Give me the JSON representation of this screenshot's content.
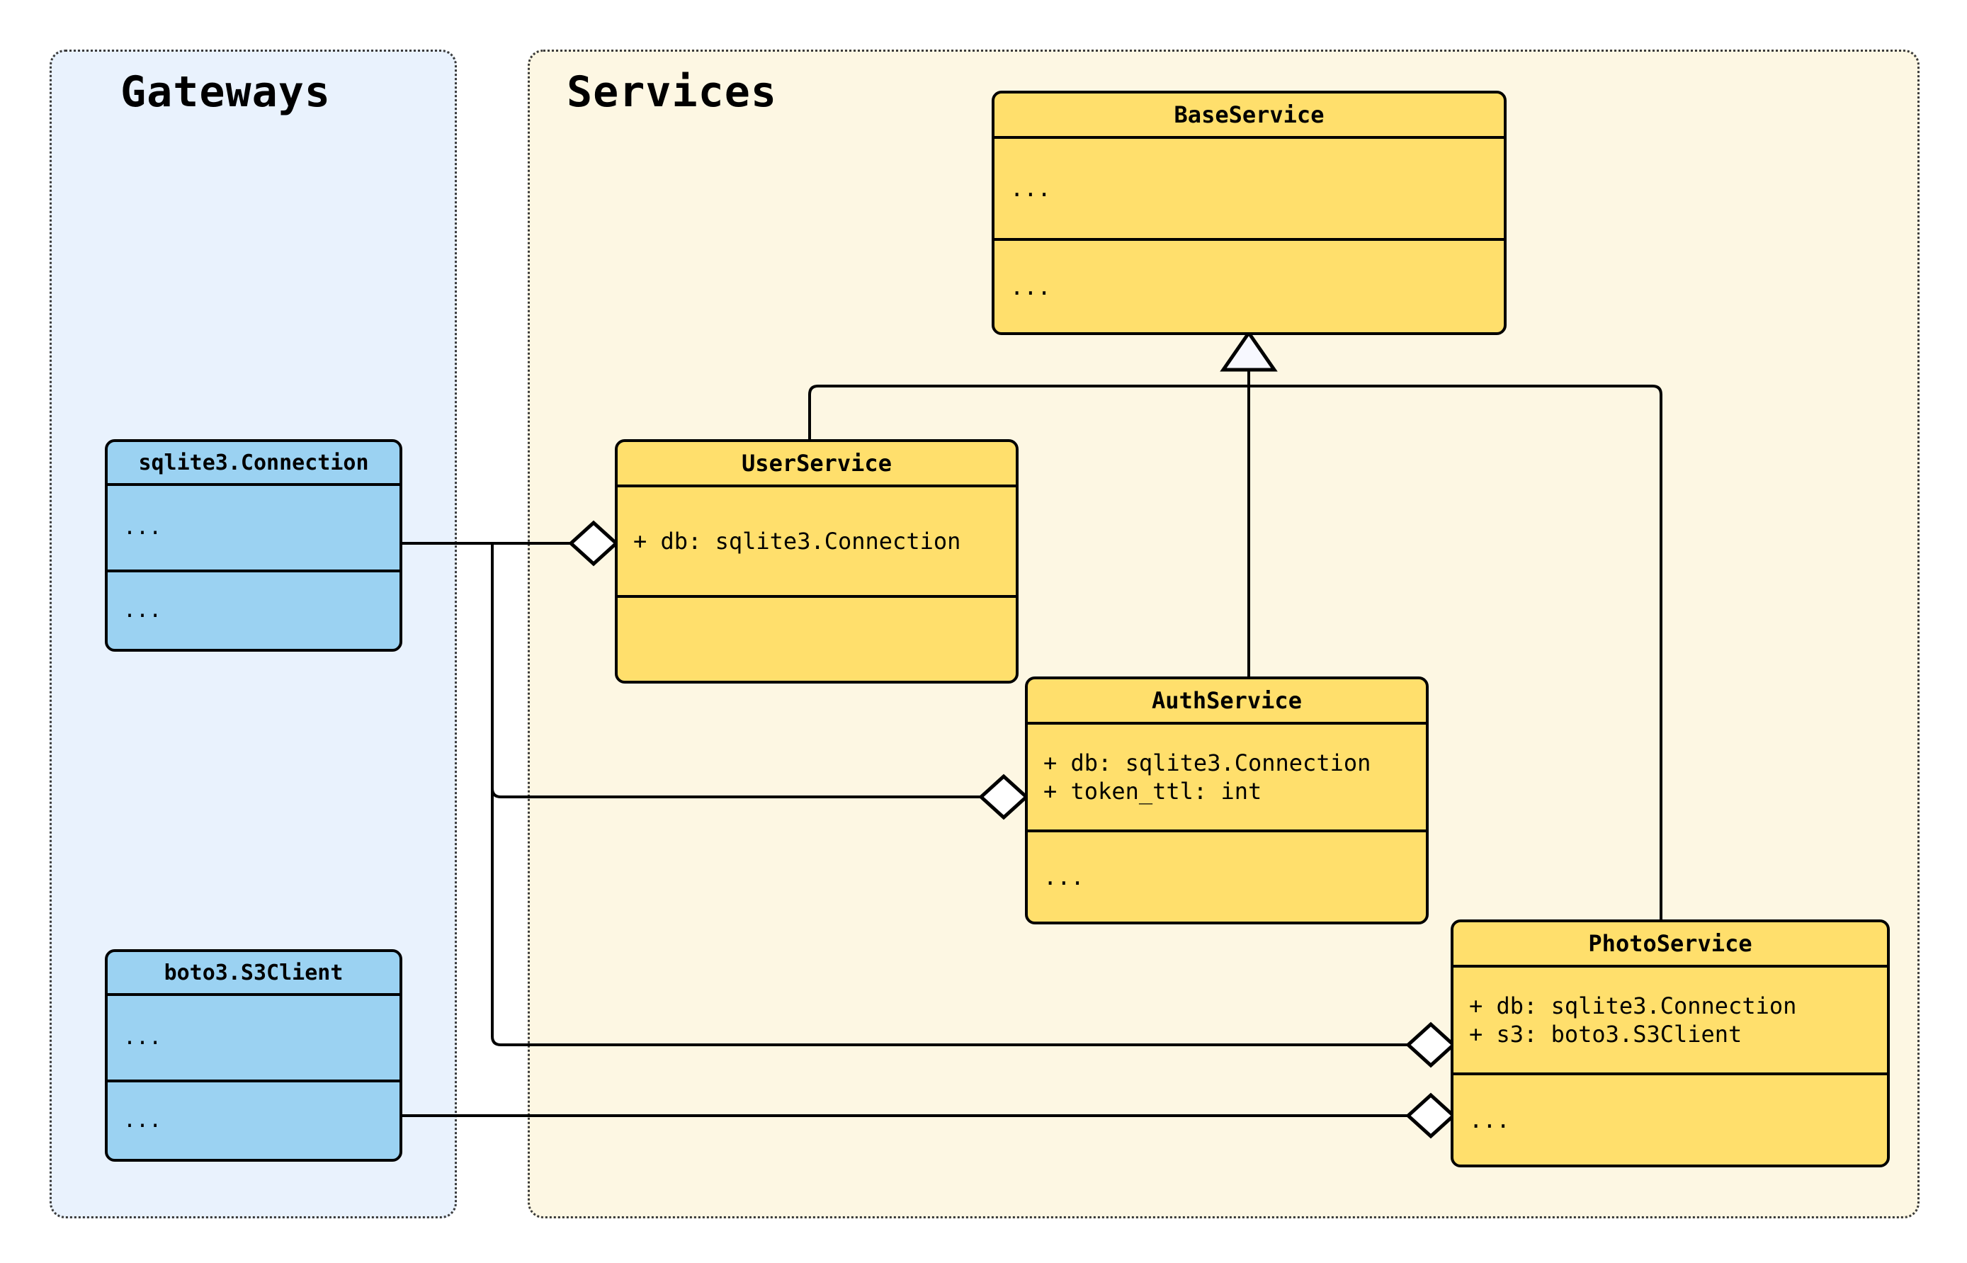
{
  "diagram": {
    "type": "uml-class-diagram",
    "background": "#ffffff"
  },
  "packages": [
    {
      "id": "gateways",
      "title": "Gateways",
      "fill": "#e9f2fd",
      "border": "#3a3a3a"
    },
    {
      "id": "services",
      "title": "Services",
      "fill": "#fdf7e3",
      "border": "#3a3a3a"
    }
  ],
  "classes": [
    {
      "id": "sqlite3-connection",
      "name": "sqlite3.Connection",
      "fill": "#9bd2f2",
      "attributes": [
        "..."
      ],
      "methods": [
        "..."
      ]
    },
    {
      "id": "boto3-s3client",
      "name": "boto3.S3Client",
      "fill": "#9bd2f2",
      "attributes": [
        "..."
      ],
      "methods": [
        "..."
      ]
    },
    {
      "id": "base-service",
      "name": "BaseService",
      "fill": "#ffdf6c",
      "attributes": [
        "..."
      ],
      "methods": [
        "..."
      ]
    },
    {
      "id": "user-service",
      "name": "UserService",
      "fill": "#ffdf6c",
      "attributes": [
        "+ db: sqlite3.Connection"
      ],
      "methods": [
        ""
      ]
    },
    {
      "id": "auth-service",
      "name": "AuthService",
      "fill": "#ffdf6c",
      "attributes": [
        "+ db: sqlite3.Connection",
        "+ token_ttl: int"
      ],
      "methods": [
        "..."
      ]
    },
    {
      "id": "photo-service",
      "name": "PhotoService",
      "fill": "#ffdf6c",
      "attributes": [
        "+ db: sqlite3.Connection",
        "+ s3: boto3.S3Client"
      ],
      "methods": [
        "..."
      ]
    }
  ],
  "relationships": [
    {
      "id": "gen-user",
      "type": "generalization",
      "from": "UserService",
      "to": "BaseService"
    },
    {
      "id": "gen-auth",
      "type": "generalization",
      "from": "AuthService",
      "to": "BaseService"
    },
    {
      "id": "gen-photo",
      "type": "generalization",
      "from": "PhotoService",
      "to": "BaseService"
    },
    {
      "id": "agg-user-db",
      "type": "aggregation",
      "from": "UserService",
      "to": "sqlite3.Connection"
    },
    {
      "id": "agg-auth-db",
      "type": "aggregation",
      "from": "AuthService",
      "to": "sqlite3.Connection"
    },
    {
      "id": "agg-photo-db",
      "type": "aggregation",
      "from": "PhotoService",
      "to": "sqlite3.Connection"
    },
    {
      "id": "agg-photo-s3",
      "type": "aggregation",
      "from": "PhotoService",
      "to": "boto3.S3Client"
    }
  ]
}
